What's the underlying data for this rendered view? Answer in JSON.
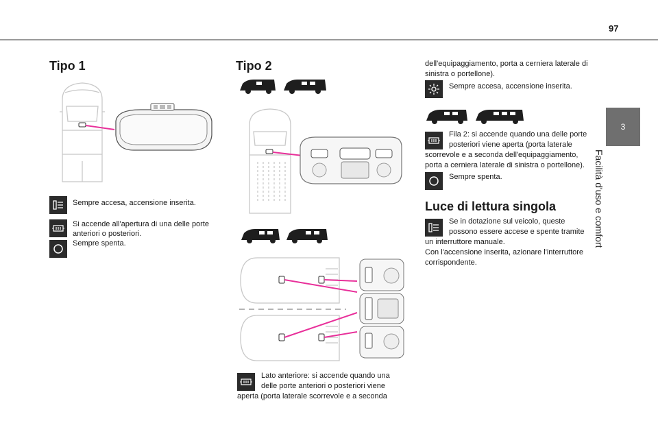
{
  "page": {
    "number": "97"
  },
  "chapter": {
    "tab_number": "3",
    "title": "Facilità d'uso e comfort"
  },
  "col1": {
    "heading": "Tipo 1",
    "items": [
      {
        "icon": "lamp-on-icon",
        "text": "Sempre accesa, accensione inserita."
      },
      {
        "icon": "door-lamp-icon",
        "text": "Si accende all'apertura di una delle porte anteriori o posteriori."
      },
      {
        "icon": "lamp-off-icon",
        "text": "Sempre spenta."
      }
    ]
  },
  "col2": {
    "heading": "Tipo 2",
    "item": {
      "icon": "door-lamp-icon",
      "line1": "Lato anteriore: si accende quando una",
      "line2": "delle porte anteriori o posteriori viene",
      "line3": "aperta (porta laterale scorrevole e a seconda"
    }
  },
  "col3": {
    "cont_line1": "dell'equipaggiamento, porta a cerniera laterale di",
    "cont_line2": "sinistra o portellone).",
    "item_always_on": "Sempre accesa, accensione inserita.",
    "row2": {
      "line1": "Fila 2: si accende quando una delle porte",
      "line2": "posteriori viene aperta (porta laterale",
      "line3": "scorrevole e a seconda dell'equipaggiamento,",
      "line4": "porta a cerniera laterale di sinistra o portellone)."
    },
    "item_off": "Sempre spenta.",
    "heading": "Luce di lettura singola",
    "reading": {
      "line1": "Se in dotazione sul veicolo, queste",
      "line2": "possono essere accese e spente tramite",
      "line3": "un interruttore manuale.",
      "line4": "Con l'accensione inserita, azionare l'interruttore",
      "line5": "corrispondente."
    }
  },
  "colors": {
    "accent_pink": "#e8309a",
    "tab_gray": "#6f6f6f",
    "icon_bg": "#2b2b2b"
  }
}
